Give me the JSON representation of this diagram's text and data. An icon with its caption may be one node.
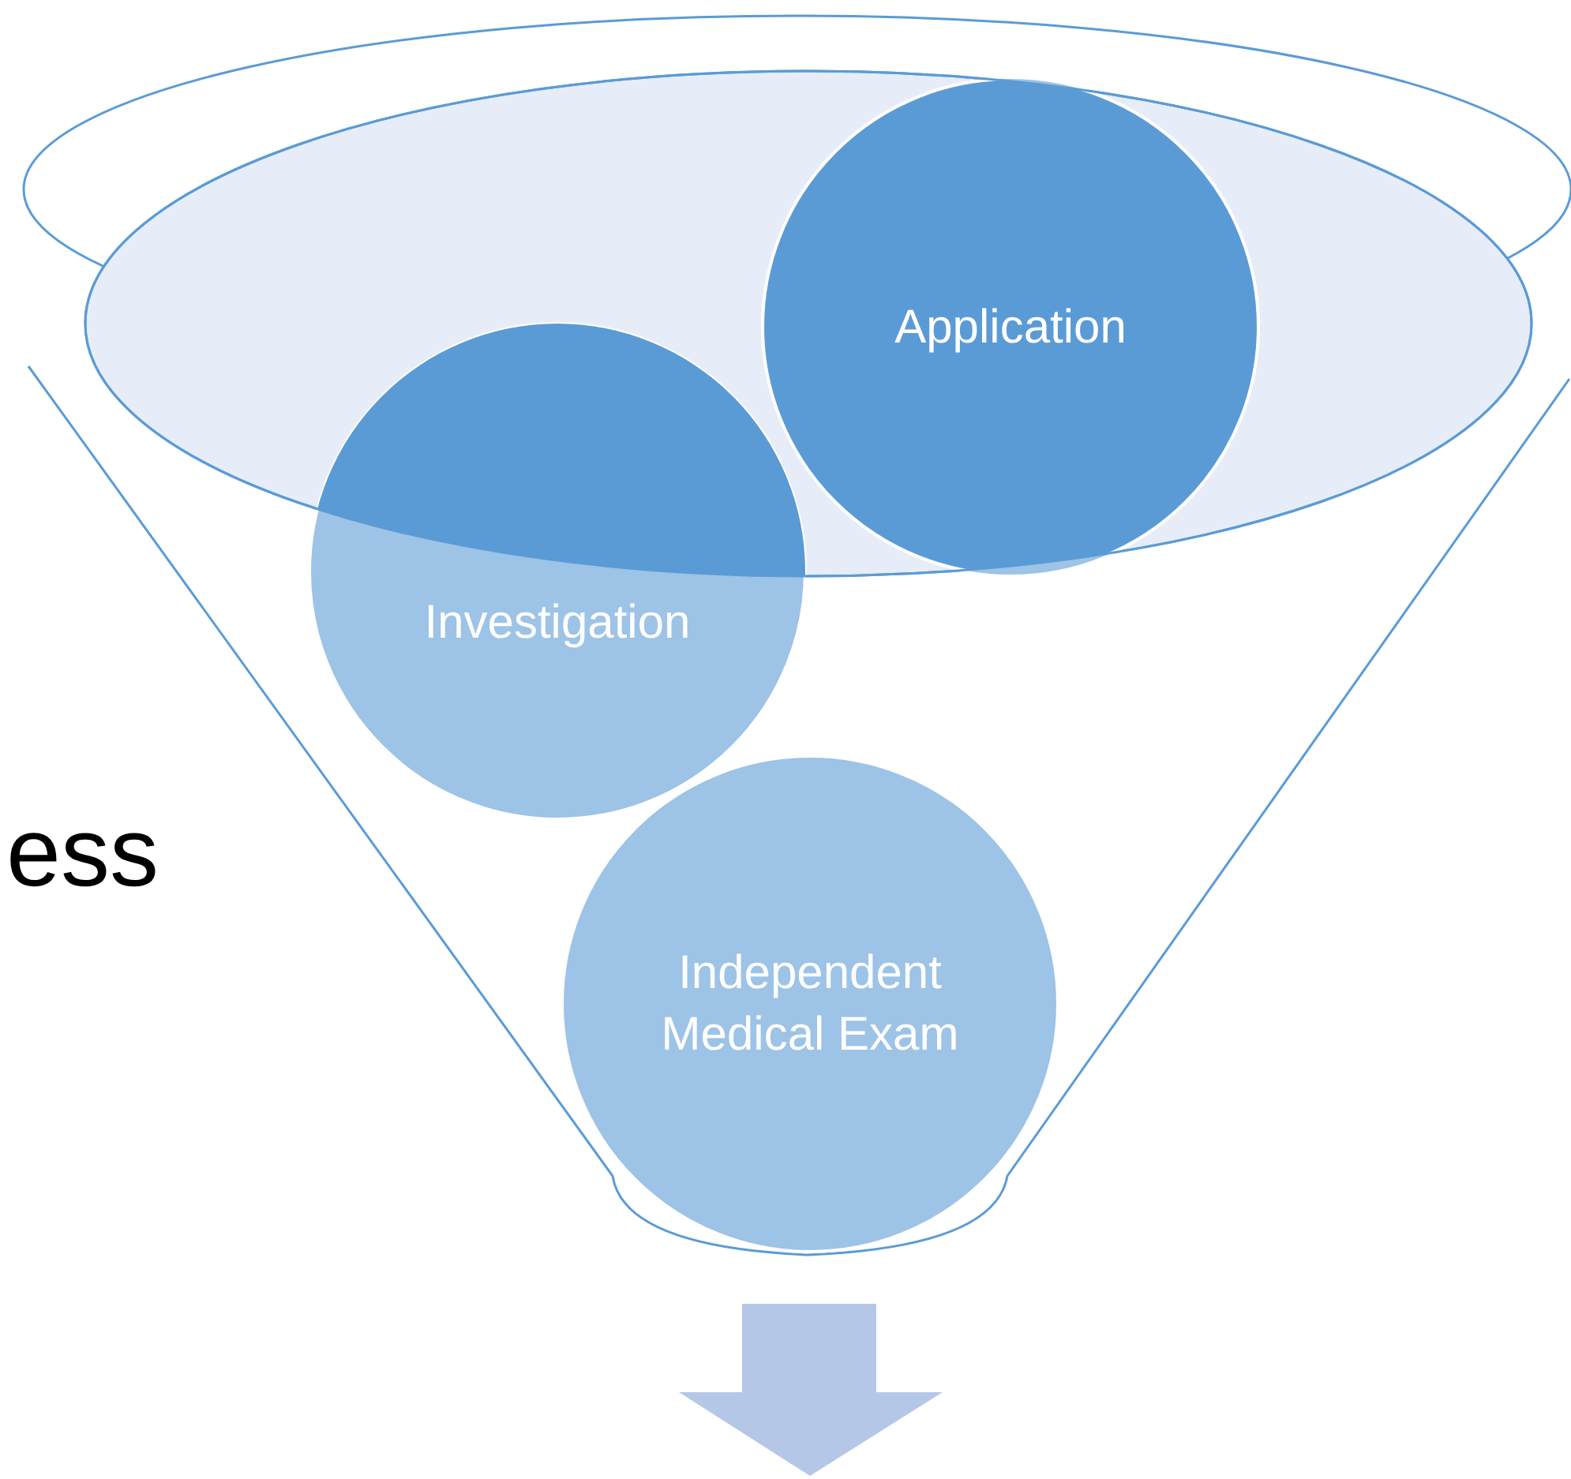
{
  "diagram": {
    "nodes": [
      {
        "text": [
          "Application"
        ]
      },
      {
        "text": [
          "Investigation"
        ]
      },
      {
        "text": [
          "Independent Medical Exam"
        ]
      }
    ],
    "labels": [
      "ess"
    ]
  }
}
